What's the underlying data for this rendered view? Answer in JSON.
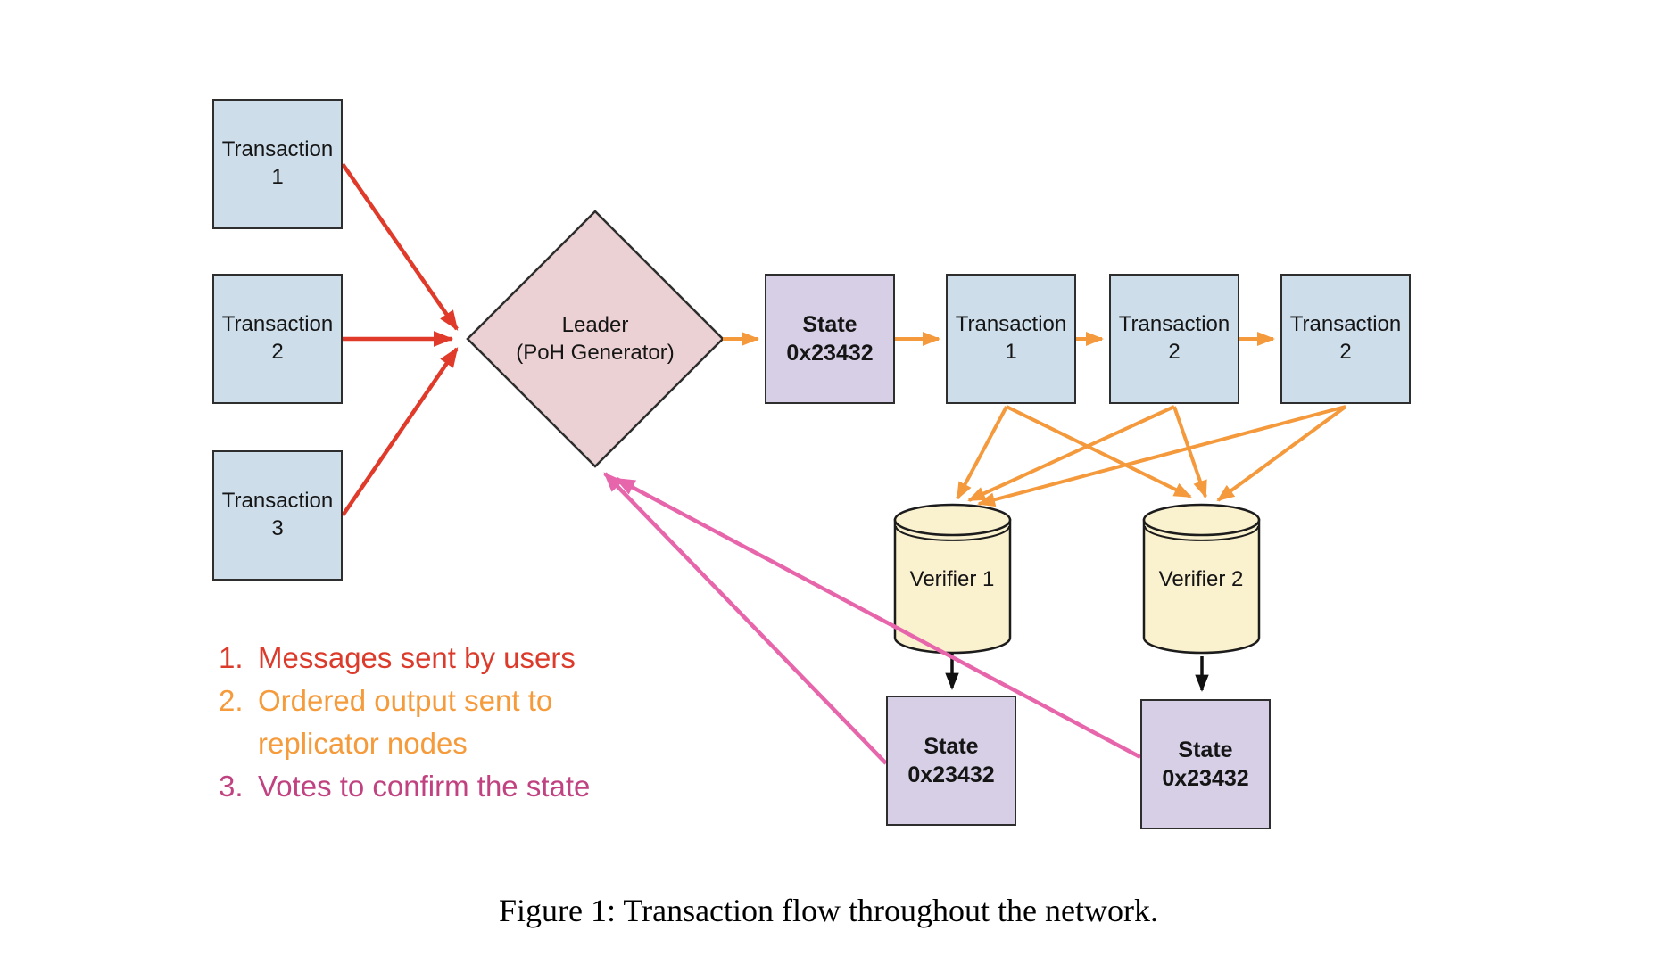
{
  "figure": {
    "caption": "Figure 1: Transaction flow throughout the network."
  },
  "nodes": {
    "user_transactions": [
      {
        "label": "Transaction\n1"
      },
      {
        "label": "Transaction\n2"
      },
      {
        "label": "Transaction\n3"
      }
    ],
    "leader": {
      "label": "Leader\n(PoH Generator)"
    },
    "generated_state": {
      "label": "State\n0x23432"
    },
    "ordered_transactions": [
      {
        "label": "Transaction\n1"
      },
      {
        "label": "Transaction\n2"
      },
      {
        "label": "Transaction\n2"
      }
    ],
    "verifiers": [
      {
        "label": "Verifier 1"
      },
      {
        "label": "Verifier 2"
      }
    ],
    "verifier_states": [
      {
        "label": "State\n0x23432"
      },
      {
        "label": "State\n0x23432"
      }
    ]
  },
  "legend": {
    "items": [
      {
        "number": "1.",
        "text": "Messages sent by users",
        "color": "#dc3b2b"
      },
      {
        "number": "2.",
        "text": "Ordered output sent to\nreplicator nodes",
        "color": "#f59b3b"
      },
      {
        "number": "3.",
        "text": "Votes to confirm the state",
        "color": "#c14280"
      }
    ]
  },
  "colors": {
    "transaction_box_fill": "#cdddea",
    "state_box_fill": "#d7cfe5",
    "leader_diamond_fill": "#ebd1d3",
    "verifier_cylinder_fill": "#faf1cf",
    "node_border": "#2e2e2e",
    "arrow_messages": "#e03a2a",
    "arrow_ordered_output": "#f49a3d",
    "arrow_votes": "#e766ab",
    "arrow_state_write": "#111111"
  }
}
